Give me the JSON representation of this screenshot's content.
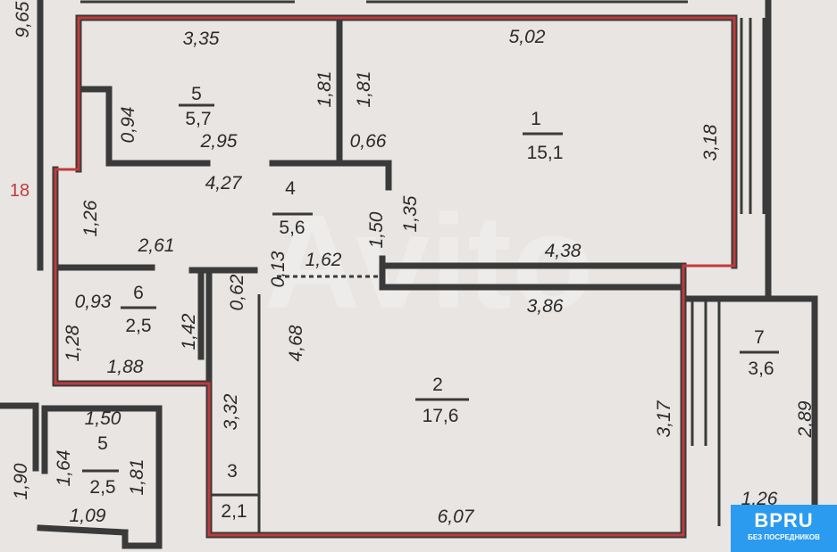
{
  "plan": {
    "side_labels": {
      "total_length": "9,65",
      "stair_number": "18"
    },
    "rooms": {
      "r5_top": {
        "number": "5",
        "area": "5,7",
        "dims": [
          "3,35",
          "0,94",
          "2,95",
          "1,81"
        ]
      },
      "r1": {
        "number": "1",
        "area": "15,1",
        "dims": [
          "5,02",
          "1,81",
          "0,66",
          "3,18",
          "1,35",
          "4,38"
        ]
      },
      "r4": {
        "number": "4",
        "area": "5,6",
        "dims": [
          "4,27",
          "1,50",
          "1,62",
          "0,13"
        ]
      },
      "r6": {
        "number": "6",
        "area": "2,5",
        "dims": [
          "1,26",
          "2,61",
          "0,93",
          "1,42",
          "0,62",
          "1,28",
          "1,88"
        ]
      },
      "r2": {
        "number": "2",
        "area": "17,6",
        "dims": [
          "3,86",
          "4,68",
          "3,17",
          "6,07",
          "3,32"
        ]
      },
      "r3": {
        "number": "3",
        "area": "2,1"
      },
      "r7": {
        "number": "7",
        "area": "3,6",
        "dims": [
          "2,89",
          "1,26"
        ]
      },
      "r5_bath": {
        "number": "5",
        "area": "2,5",
        "dims": [
          "1,50",
          "1,64",
          "1,81",
          "1,90",
          "1,09"
        ]
      }
    }
  },
  "logo": {
    "brand": "BPRU",
    "tagline": "БЕЗ ПОСРЕДНИКОВ",
    "color": "#2b9bf0"
  },
  "watermark": "Avito"
}
